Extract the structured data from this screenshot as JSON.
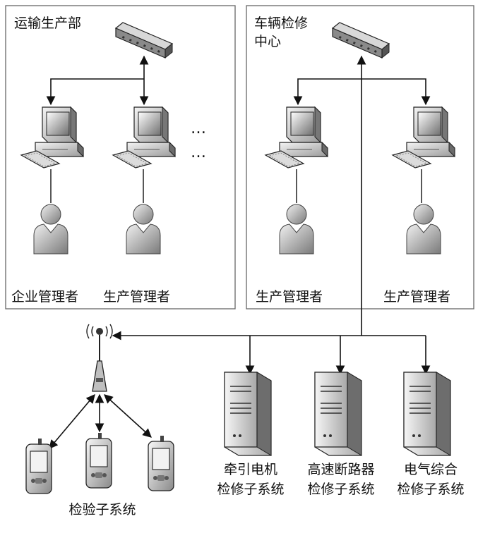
{
  "departments": {
    "transport": {
      "title": "运输生产部"
    },
    "vehicle": {
      "title_line1": "车辆检修",
      "title_line2": "中心"
    }
  },
  "roles": {
    "enterprise_manager": "企业管理者",
    "production_manager_1": "生产管理者",
    "production_manager_2": "生产管理者",
    "production_manager_3": "生产管理者"
  },
  "ellipsis": "…",
  "servers": [
    {
      "line1": "牵引电机",
      "line2": "检修子系统"
    },
    {
      "line1": "高速断路器",
      "line2": "检修子系统"
    },
    {
      "line1": "电气综合",
      "line2": "检修子系统"
    }
  ],
  "inspection": {
    "label": "检验子系统"
  }
}
